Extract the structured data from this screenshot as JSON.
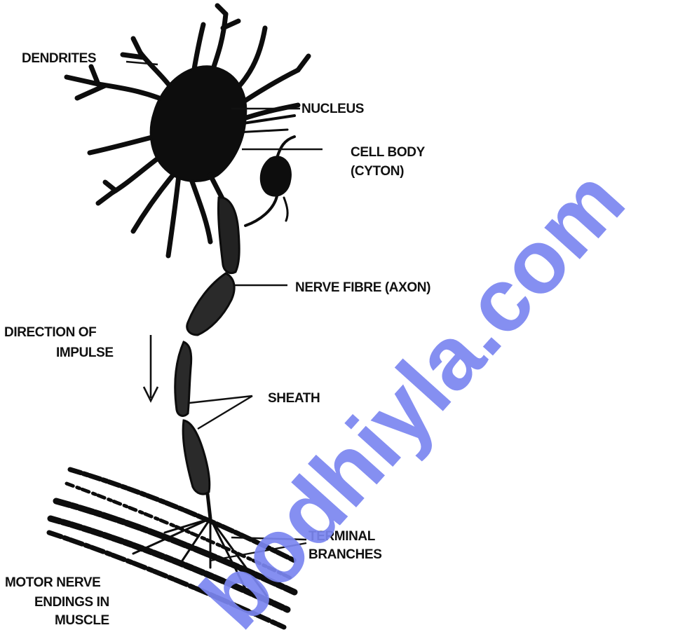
{
  "labels": {
    "dendrites": "DENDRITES",
    "nucleus": "NUCLEUS",
    "cell_body_1": "CELL BODY",
    "cell_body_2": "(CYTON)",
    "nerve_fibre": "NERVE FIBRE (AXON)",
    "direction_1": "DIRECTION OF",
    "direction_2": "IMPULSE",
    "sheath": "SHEATH",
    "terminal_1": "TERMINAL",
    "terminal_2": "BRANCHES",
    "motor_1": "MOTOR NERVE",
    "motor_2": "ENDINGS IN",
    "motor_3": "MUSCLE"
  },
  "watermark": {
    "text": "bodhiyla.com",
    "color": "#7b86f0"
  },
  "colors": {
    "ink": "#0d0d0d",
    "background": "#ffffff"
  }
}
